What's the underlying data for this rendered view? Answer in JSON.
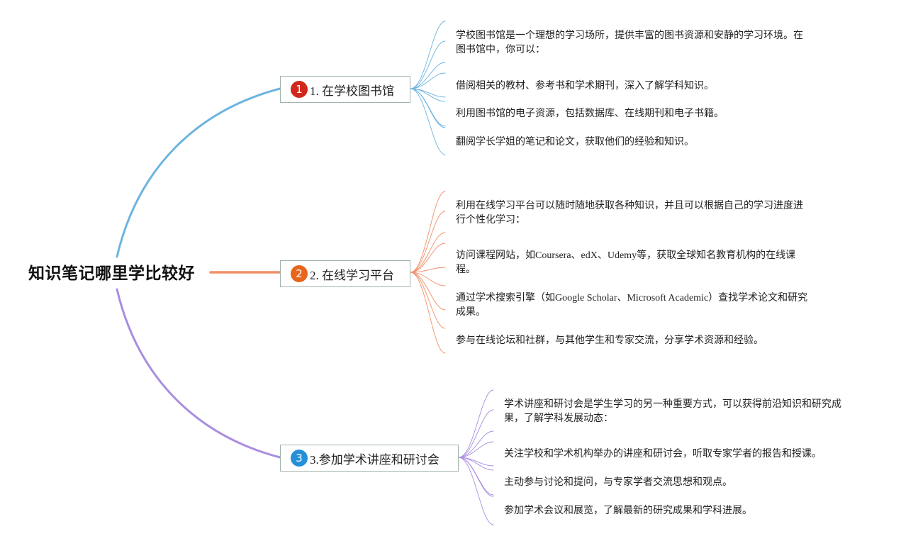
{
  "root": {
    "label": "知识笔记哪里学比较好"
  },
  "branches": [
    {
      "number": "1",
      "label": "1. 在学校图书馆",
      "color": "#6cb4df",
      "badge_color": "#d0281c",
      "items": [
        "学校图书馆是一个理想的学习场所，提供丰富的图书资源和安静的学习环境。在图书馆中，你可以：",
        "借阅相关的教材、参考书和学术期刊，深入了解学科知识。",
        "利用图书馆的电子资源，包括数据库、在线期刊和电子书籍。",
        "翻阅学长学姐的笔记和论文，获取他们的经验和知识。"
      ]
    },
    {
      "number": "2",
      "label": "2. 在线学习平台",
      "color": "#f0916a",
      "badge_color": "#e5661c",
      "items": [
        "利用在线学习平台可以随时随地获取各种知识，并且可以根据自己的学习进度进行个性化学习：",
        "访问课程网站，如Coursera、edX、Udemy等，获取全球知名教育机构的在线课程。",
        "通过学术搜索引擎（如Google Scholar、Microsoft Academic）查找学术论文和研究成果。",
        "参与在线论坛和社群，与其他学生和专家交流，分享学术资源和经验。"
      ]
    },
    {
      "number": "3",
      "label": "3.参加学术讲座和研讨会",
      "color": "#a98ee0",
      "badge_color": "#2490d8",
      "items": [
        "学术讲座和研讨会是学生学习的另一种重要方式，可以获得前沿知识和研究成果，了解学科发展动态：",
        "关注学校和学术机构举办的讲座和研讨会，听取专家学者的报告和授课。",
        "主动参与讨论和提问，与专家学者交流思想和观点。",
        "参加学术会议和展览，了解最新的研究成果和学科进展。"
      ]
    }
  ]
}
